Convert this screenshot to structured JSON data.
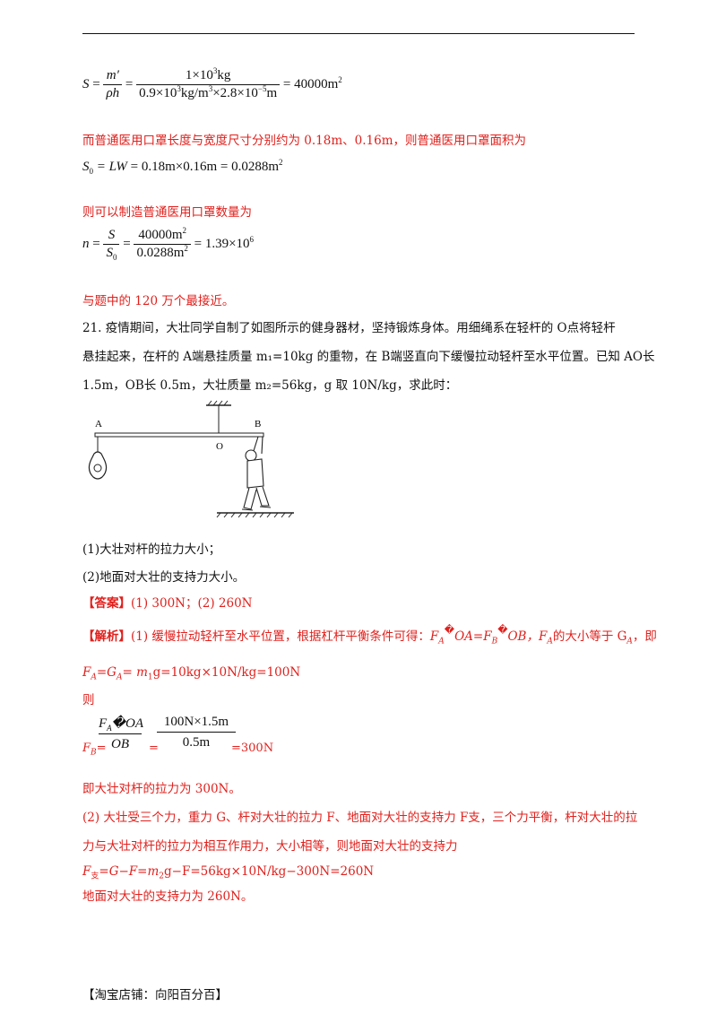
{
  "eq1": {
    "lhs": "S",
    "f1_num": "m′",
    "f1_den": "ρh",
    "f2_num": "1×10",
    "f2_num_exp": "3",
    "f2_num_unit": "kg",
    "f2_den_a": "0.9×10",
    "f2_den_a_exp": "3",
    "f2_den_b": "kg/m",
    "f2_den_b_exp": "3",
    "f2_den_c": "×2.8×10",
    "f2_den_c_exp": "−5",
    "f2_den_d": "m",
    "result": "= 40000m",
    "result_exp": "2"
  },
  "line_area": "而普通医用口罩长度与宽度尺寸分别约为 0.18m、0.16m，则普通医用口罩面积为",
  "eq2": {
    "lhs": "S",
    "lhs_sub": "0",
    "mid": "= LW",
    "rest": "= 0.18m×0.16m = 0.0288m",
    "rest_exp": "2"
  },
  "line_count": "则可以制造普通医用口罩数量为",
  "eq3": {
    "lhs": "n",
    "f1_num": "S",
    "f1_den": "S",
    "f1_den_sub": "0",
    "f2_num": "40000m",
    "f2_num_exp": "2",
    "f2_den": "0.0288m",
    "f2_den_exp": "2",
    "result": "= 1.39×10",
    "result_exp": "6"
  },
  "line_closest": "与题中的 120 万个最接近。",
  "q21": {
    "line1": "21.  疫情期间，大壮同学自制了如图所示的健身器材，坚持锻炼身体。用细绳系在轻杆的 O点将轻杆",
    "line2": "悬挂起来，在杆的 A端悬挂质量 m₁=10kg 的重物，在 B端竖直向下缓慢拉动轻杆至水平位置。已知 AO长",
    "line3": "1.5m，OB长 0.5m，大壮质量 m₂=56kg，g 取 10N/kg，求此时：",
    "label_a": "A",
    "label_o": "O",
    "label_b": "B",
    "sub1": "(1)大壮对杆的拉力大小；",
    "sub2": "(2)地面对大壮的支持力大小。"
  },
  "answer": {
    "tag": "【答案】",
    "text": "(1) 300N；(2) 260N"
  },
  "analysis": {
    "tag": "【解析】",
    "line1_a": "(1) 缓慢拉动轻杆至水平位置，根据杠杆平衡条件可得：",
    "fa": "F",
    "fa_sub": "A",
    "glyph": "�",
    "oa": "OA=F",
    "fb_sub": "B",
    "ob": "OB，F",
    "ob_sub": "A",
    "line1_b": "的大小等于 G",
    "ga_sub": "A",
    "line1_c": "，即",
    "line2": "F",
    "line2_sub": "A",
    "line2_b": "=G",
    "line2_sub2": "A",
    "line2_c": "= m",
    "line2_sub3": "1",
    "line2_d": "g=10kg×10N/kg=100N",
    "then": "则",
    "frac1_num_a": "F",
    "frac1_num_sub": "A",
    "frac1_num_b": "�OA",
    "frac1_den": "OB",
    "frac2_num": "100N×1.5m",
    "frac2_den": "0.5m",
    "fb_lhs": "F",
    "fb_lhs_sub": "B",
    "fb_eq": "=",
    "eq_mid": "=",
    "result": "=300N",
    "conclusion1": "即大壮对杆的拉力为 300N。",
    "p2_line1": "(2) 大壮受三个力，重力 G、杆对大壮的拉力 F、地面对大壮的支持力 F支，三个力平衡，杆对大壮的拉",
    "p2_line2": "力与大壮对杆的拉力为相互作用力，大小相等，则地面对大壮的支持力",
    "p2_line3_a": "F",
    "p2_line3_sub": "支",
    "p2_line3_b": "=G−F=m",
    "p2_line3_sub2": "2",
    "p2_line3_c": "g−F=56kg×10N/kg−300N=260N",
    "conclusion2": "地面对大壮的支持力为 260N。"
  },
  "footer": "【淘宝店铺：向阳百分百】"
}
